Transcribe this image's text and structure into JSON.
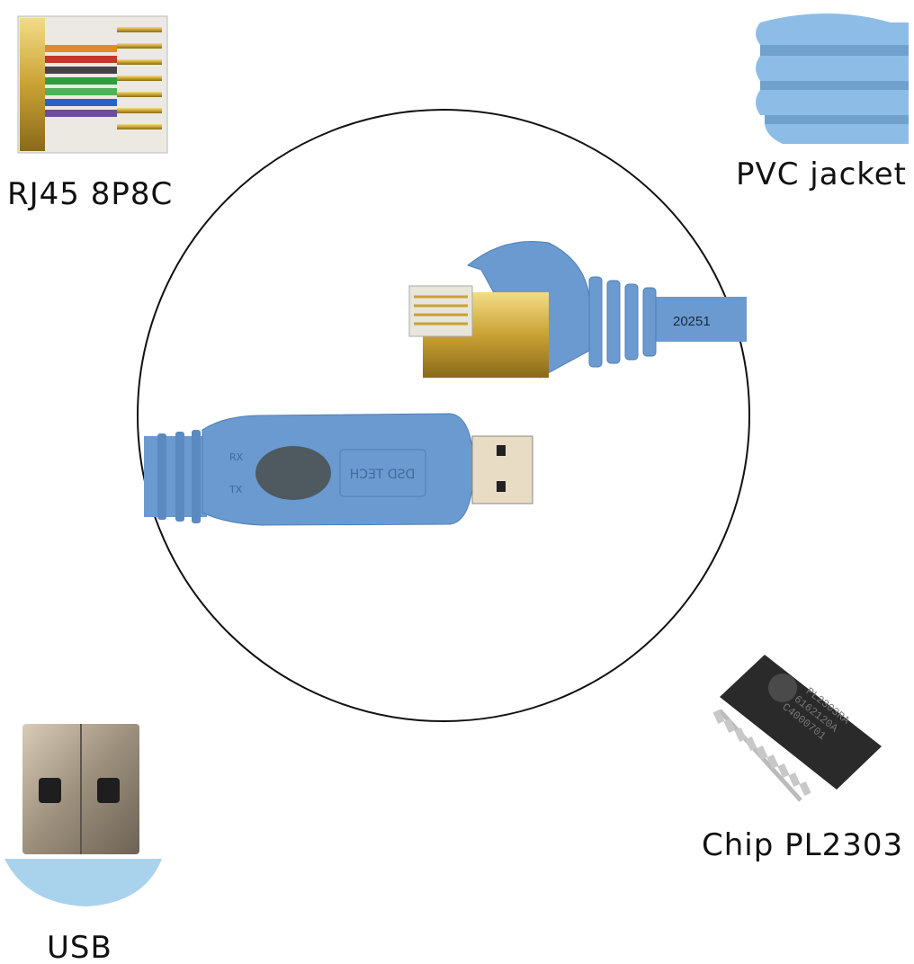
{
  "labels": {
    "rj45": "RJ45 8P8C",
    "pvc": "PVC jacket",
    "chip": "Chip PL2303",
    "usb": "USB"
  },
  "markings": {
    "cable_print": "20251",
    "usb_housing": "DSD TECH",
    "usb_rx": "RX",
    "usb_tx": "TX",
    "chip_line1": "PL2303RA",
    "chip_line2": "6162120A",
    "chip_line3": "C4000701"
  },
  "colors": {
    "cable_blue": "#6a9ad0",
    "jacket_blue": "#8dbde6",
    "gold": "#c9a234",
    "chip": "#2a2a2a"
  }
}
